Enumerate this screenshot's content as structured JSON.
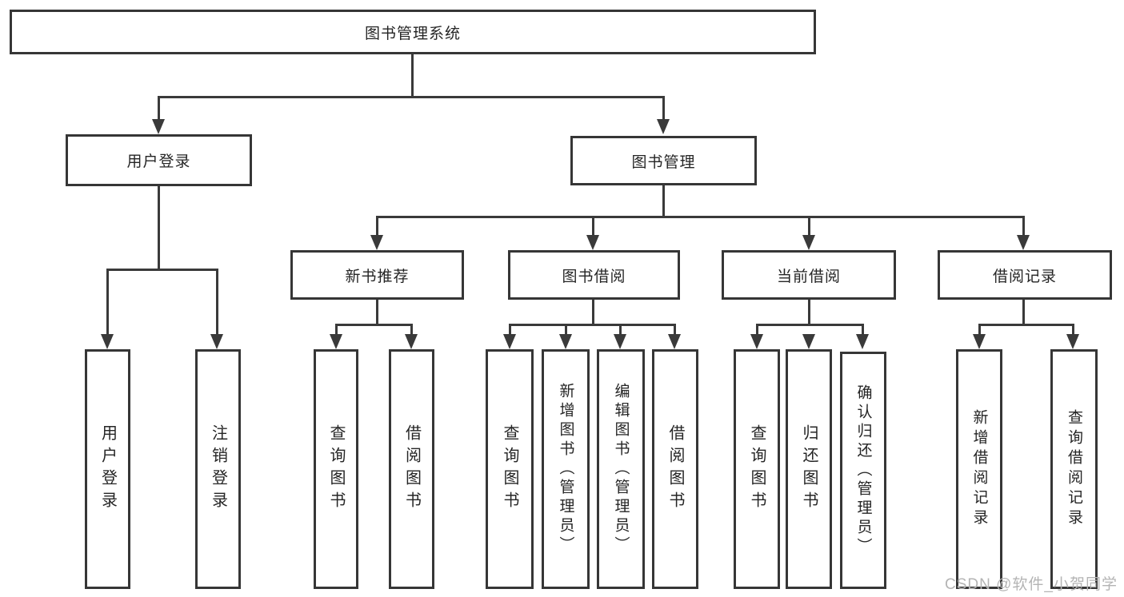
{
  "tree": {
    "root": "图书管理系统",
    "branches": [
      {
        "label": "用户登录",
        "children": [
          "用户登录",
          "注销登录"
        ]
      },
      {
        "label": "图书管理",
        "groups": [
          {
            "label": "新书推荐",
            "children": [
              "查询图书",
              "借阅图书"
            ]
          },
          {
            "label": "图书借阅",
            "children": [
              "查询图书",
              "新增图书（管理员）",
              "编辑图书（管理员）",
              "借阅图书"
            ]
          },
          {
            "label": "当前借阅",
            "children": [
              "查询图书",
              "归还图书",
              "确认归还（管理员）"
            ]
          },
          {
            "label": "借阅记录",
            "children": [
              "新增借阅记录",
              "查询借阅记录"
            ]
          }
        ]
      }
    ]
  },
  "watermark": {
    "text": "CSDN @软件_小贺同学"
  },
  "colors": {
    "line": "#3a3a3a",
    "box_border": "#363636",
    "text": "#252525",
    "watermark": "#b4b4b4",
    "background": "#ffffff"
  }
}
